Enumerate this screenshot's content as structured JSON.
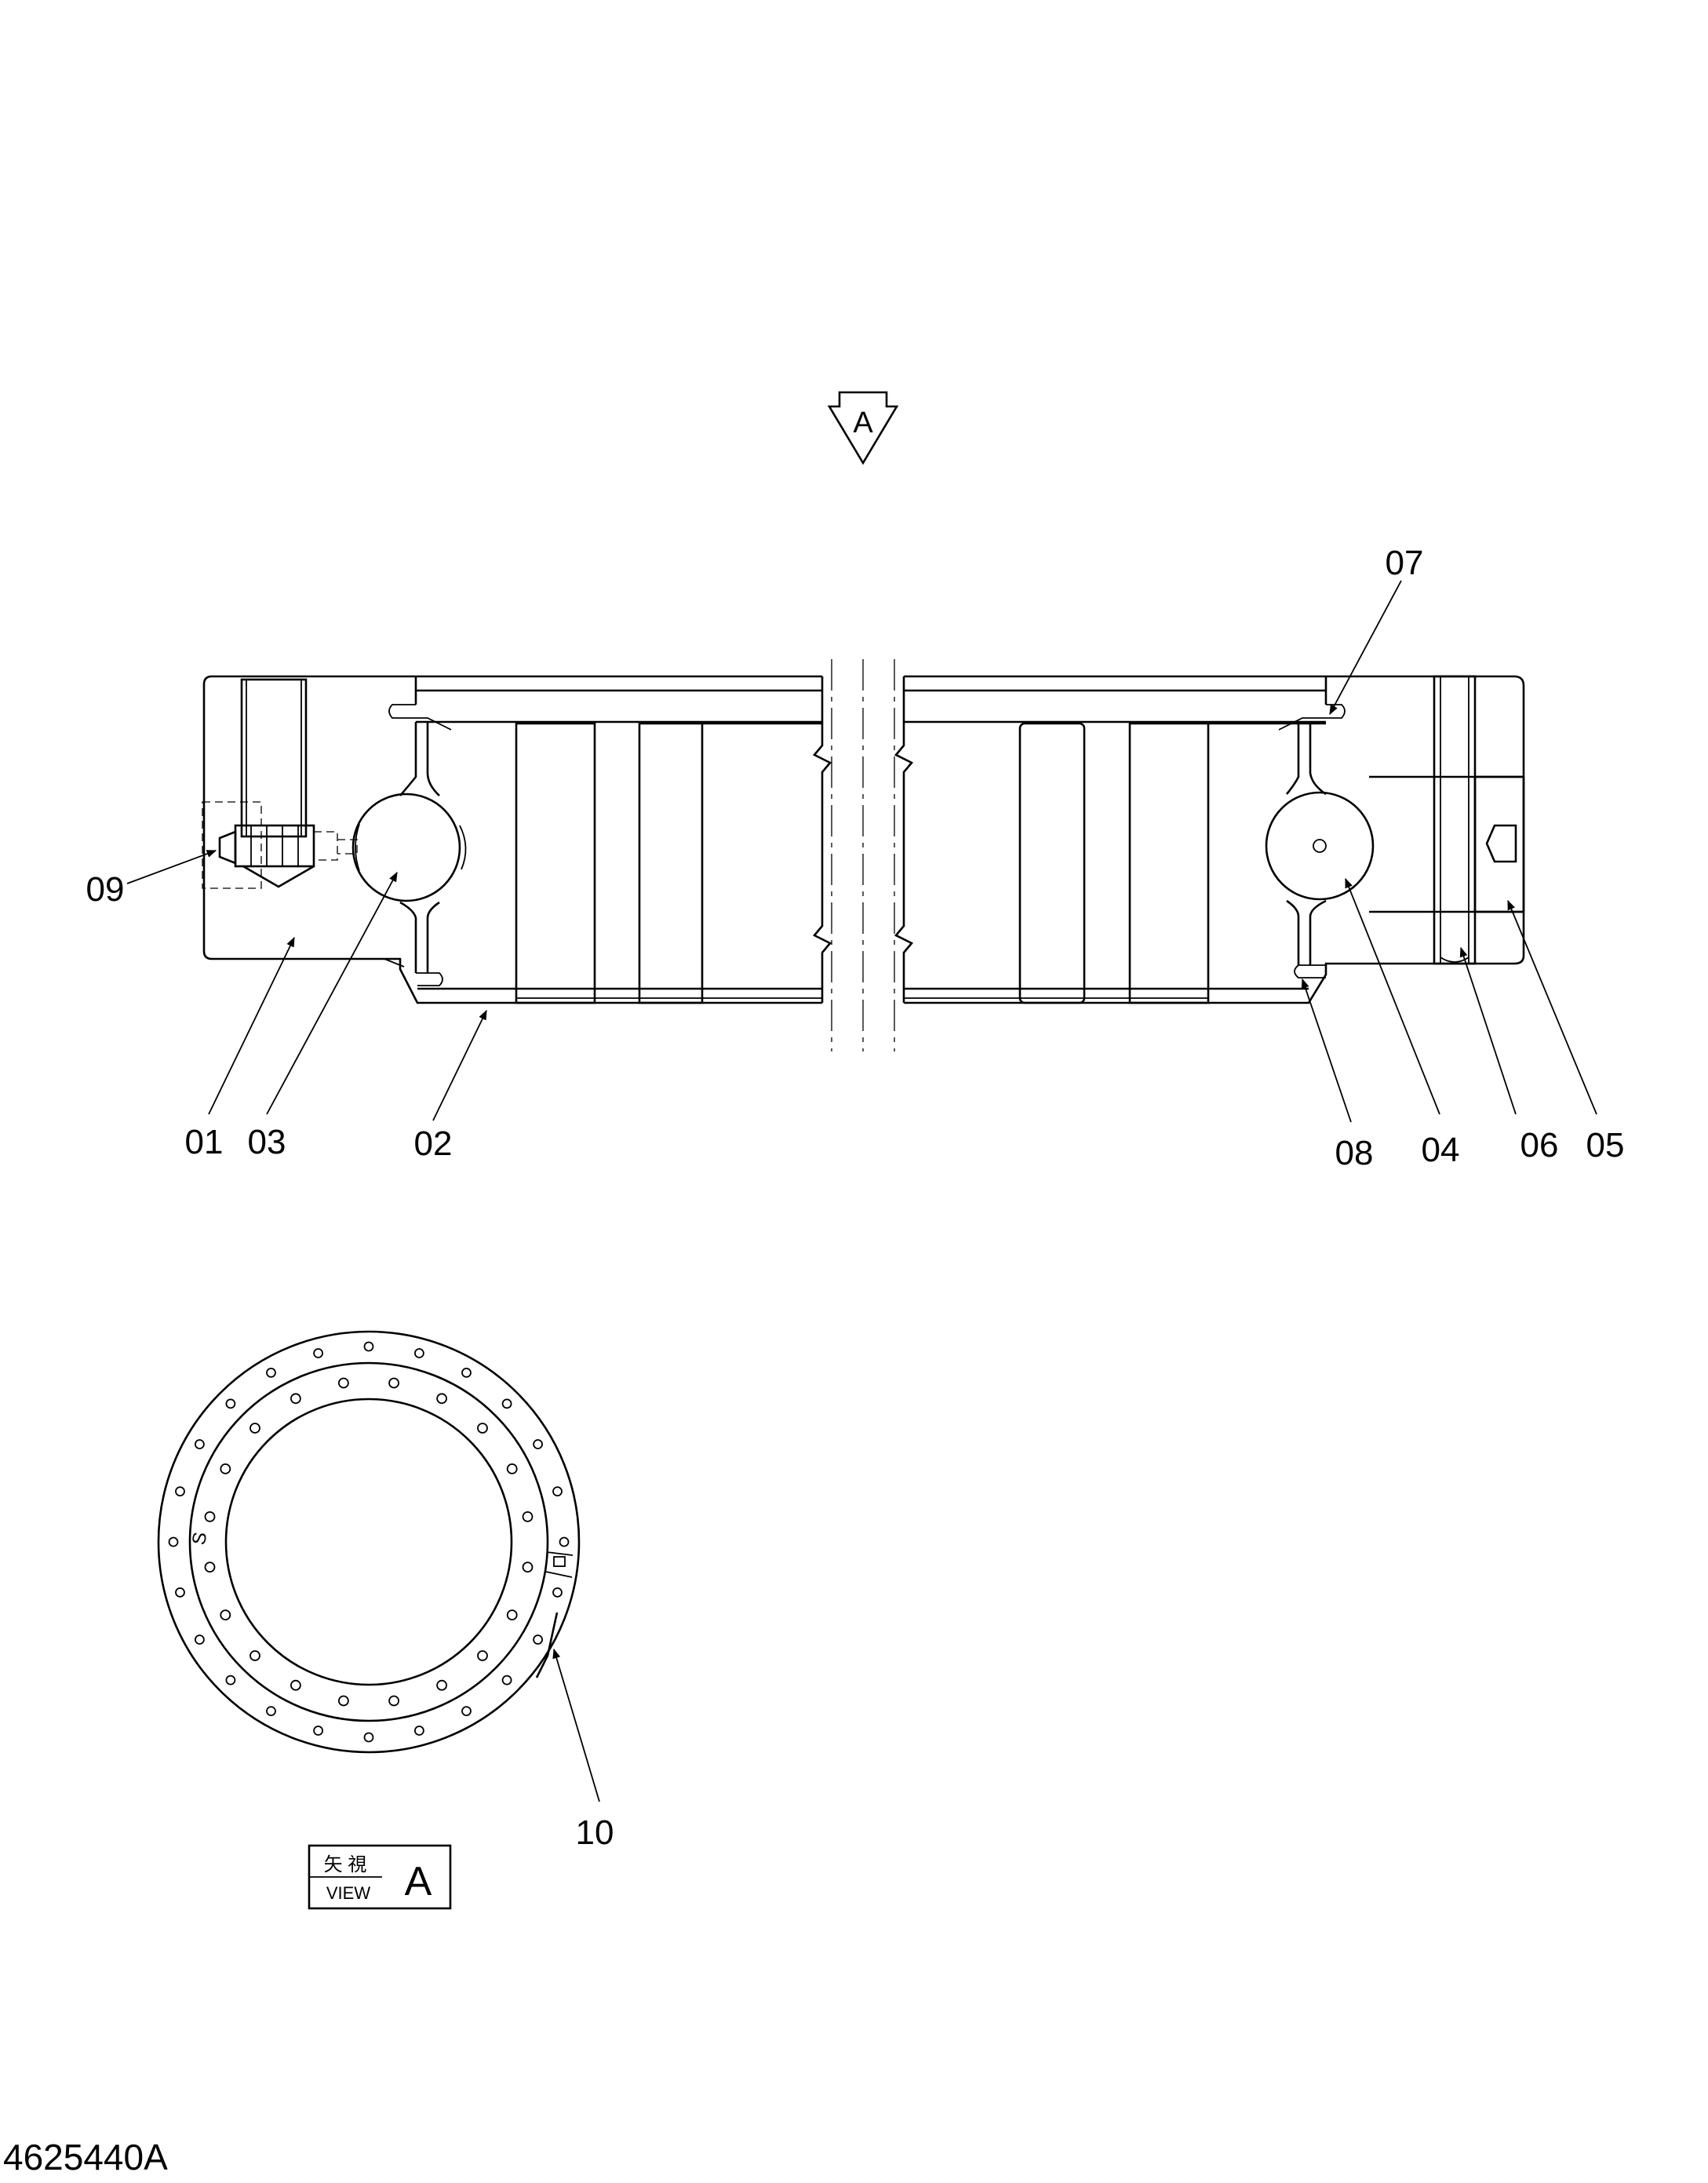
{
  "view_marker": {
    "letter": "A"
  },
  "callouts": {
    "c01": "01",
    "c02": "02",
    "c03": "03",
    "c04": "04",
    "c05": "05",
    "c06": "06",
    "c07": "07",
    "c08": "08",
    "c09": "09",
    "c10": "10"
  },
  "ring_view": {
    "mark": "S"
  },
  "view_label": {
    "kanji": "矢 視",
    "word": "VIEW",
    "letter": "A"
  },
  "drawing_number": "4625440A",
  "colors": {
    "ink": "#000000",
    "paper": "#ffffff"
  }
}
